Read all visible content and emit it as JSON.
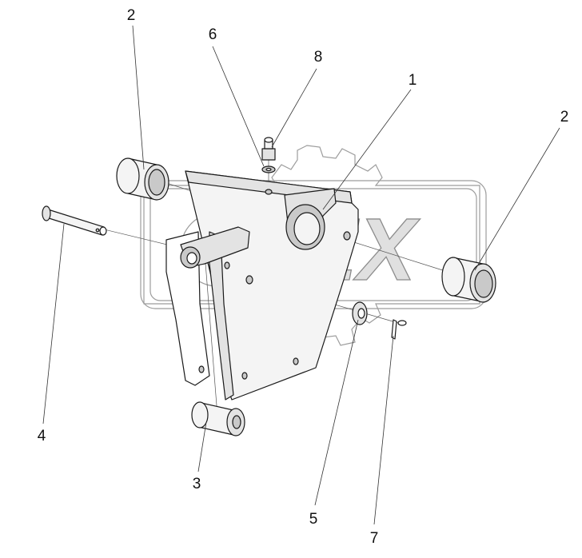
{
  "watermark": {
    "text": "PEX"
  },
  "callouts": [
    {
      "id": "1",
      "label": "1"
    },
    {
      "id": "2a",
      "label": "2"
    },
    {
      "id": "2b",
      "label": "2"
    },
    {
      "id": "3",
      "label": "3"
    },
    {
      "id": "4",
      "label": "4"
    },
    {
      "id": "5",
      "label": "5"
    },
    {
      "id": "6",
      "label": "6"
    },
    {
      "id": "7",
      "label": "7"
    },
    {
      "id": "8",
      "label": "8"
    }
  ]
}
